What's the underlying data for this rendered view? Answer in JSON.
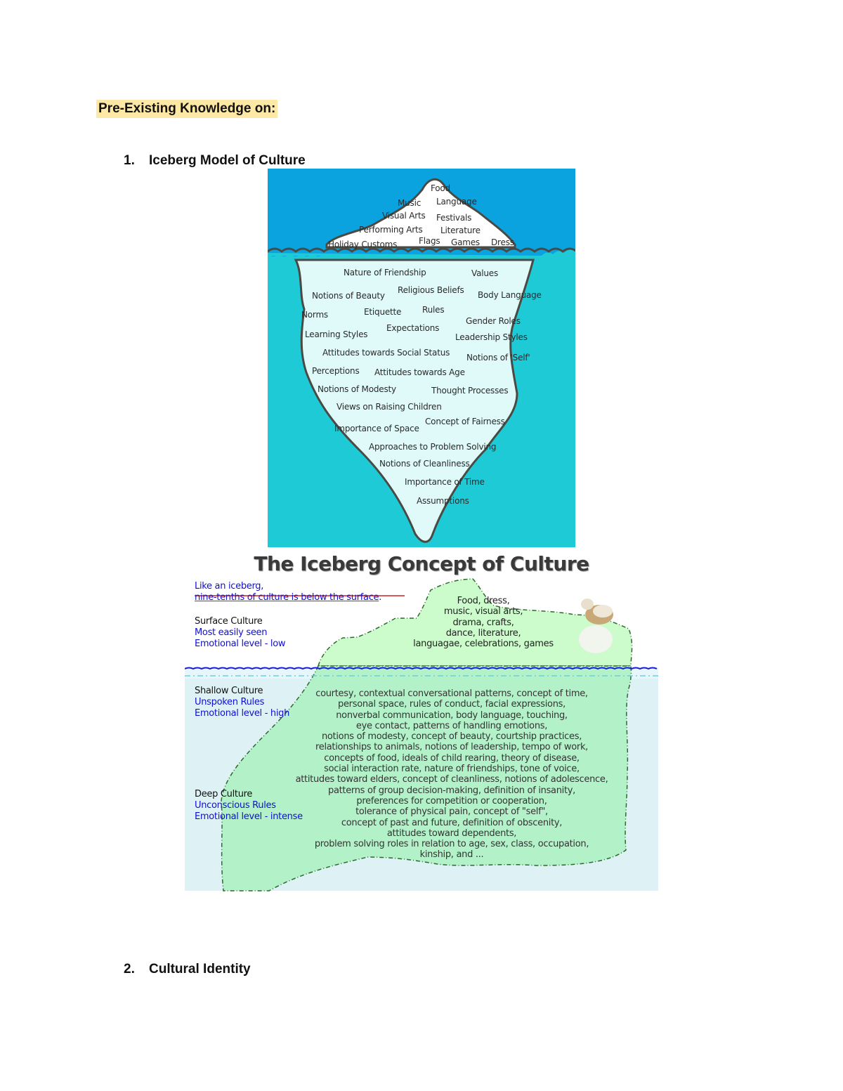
{
  "page": {
    "heading": "Pre-Existing Knowledge on:",
    "items": [
      {
        "number": "1.",
        "label": "Iceberg Model of Culture"
      },
      {
        "number": "2.",
        "label": "Cultural Identity"
      }
    ]
  },
  "figure1": {
    "colors": {
      "sky": "#0aa3e0",
      "water": "#1ecad6",
      "ice_top": "#ffffff",
      "ice_bottom": "#e0fafa",
      "outline": "#4a4a44"
    },
    "above_water": [
      "Food",
      "Music",
      "Language",
      "Visual Arts",
      "Festivals",
      "Performing Arts",
      "Literature",
      "Holiday Customs",
      "Flags",
      "Games",
      "Dress"
    ],
    "below_water": [
      "Nature of Friendship",
      "Values",
      "Notions of Beauty",
      "Religious Beliefs",
      "Body Language",
      "Norms",
      "Etiquette",
      "Rules",
      "Gender Roles",
      "Learning Styles",
      "Expectations",
      "Leadership Styles",
      "Attitudes towards Social Status",
      "Notions of 'Self'",
      "Perceptions",
      "Attitudes towards Age",
      "Notions of Modesty",
      "Thought Processes",
      "Views on Raising Children",
      "Concept of Fairness",
      "Importance of Space",
      "Approaches to Problem Solving",
      "Notions of Cleanliness",
      "Importance of Time",
      "Assumptions"
    ]
  },
  "figure2": {
    "title": "The  Iceberg Concept of Culture",
    "tagline_1": "Like an iceberg,",
    "tagline_2": "nine-tenths of culture is below the surface",
    "tagline_end": ".",
    "surface": {
      "label": "Surface Culture",
      "sub1": "Most easily seen",
      "sub2": "Emotional level - low"
    },
    "shallow": {
      "label": "Shallow Culture",
      "sub1": "Unspoken Rules",
      "sub2": "Emotional level - high"
    },
    "deep": {
      "label": "Deep Culture",
      "sub1": "Unconscious Rules",
      "sub2": "Emotional level - intense"
    },
    "surface_lines": [
      "Food, dress,",
      "music, visual arts,",
      "drama, crafts,",
      "dance, literature,",
      "languagae, celebrations, games"
    ],
    "below_lines": [
      "courtesy, contextual conversational patterns, concept of time,",
      "personal space, rules of conduct, facial expressions,",
      "nonverbal communication, body language, touching,",
      "eye contact, patterns of handling emotions,",
      "notions of modesty, concept of beauty, courtship practices,",
      "relationships to animals, notions of leadership, tempo of work,",
      "concepts of food, ideals of child rearing, theory of disease,",
      "social interaction rate, nature of friendships, tone of voice,",
      "attitudes toward elders, concept of cleanliness, notions of adolescence,",
      "patterns of group decision-making, definition of insanity,",
      "preferences for competition or cooperation,",
      "tolerance of physical pain, concept of \"self\",",
      "concept of past and future, definition of obscenity,",
      "attitudes toward dependents,",
      "problem solving roles in relation to age, sex, class, occupation,",
      "kinship, and ..."
    ],
    "colors": {
      "ice_above": "#ccfccc",
      "ice_below": "#b3f2c9",
      "water": "#def2f5",
      "waterline": "#1a1adc"
    }
  }
}
